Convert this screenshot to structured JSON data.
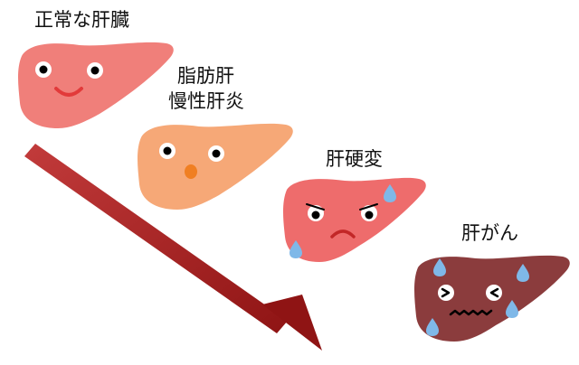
{
  "stages": [
    {
      "label_lines": [
        "正常な肝臓"
      ],
      "color": "#f07f7a",
      "face": "smile"
    },
    {
      "label_lines": [
        "脂肪肝",
        "慢性肝炎"
      ],
      "color": "#f6a877",
      "face": "surprised"
    },
    {
      "label_lines": [
        "肝硬変"
      ],
      "color": "#ee6c6c",
      "face": "sad"
    },
    {
      "label_lines": [
        "肝がん"
      ],
      "color": "#8b3c3d",
      "face": "distressed"
    }
  ],
  "arrow": {
    "color": "#9e1c1c",
    "direction": "progression"
  },
  "colors": {
    "sweat": "#7fb8e8",
    "eye_white": "#ffffff",
    "pupil": "#000000",
    "mouth_smile": "#e23a3a",
    "mouth_open": "#f07f22"
  }
}
